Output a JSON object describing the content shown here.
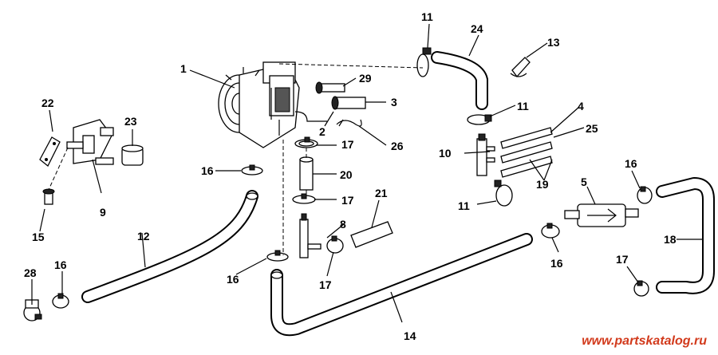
{
  "diagram": {
    "callouts": [
      "1",
      "2",
      "3",
      "4",
      "5",
      "8",
      "9",
      "10",
      "11",
      "11",
      "11",
      "12",
      "13",
      "14",
      "15",
      "16",
      "16",
      "16",
      "16",
      "16",
      "17",
      "17",
      "17",
      "18",
      "19",
      "20",
      "21",
      "22",
      "23",
      "24",
      "25",
      "26",
      "28",
      "29"
    ],
    "watermark": "www.partskatalog.ru"
  },
  "colors": {
    "ink": "#000000",
    "background": "#ffffff",
    "watermark": "#d23a1c"
  }
}
